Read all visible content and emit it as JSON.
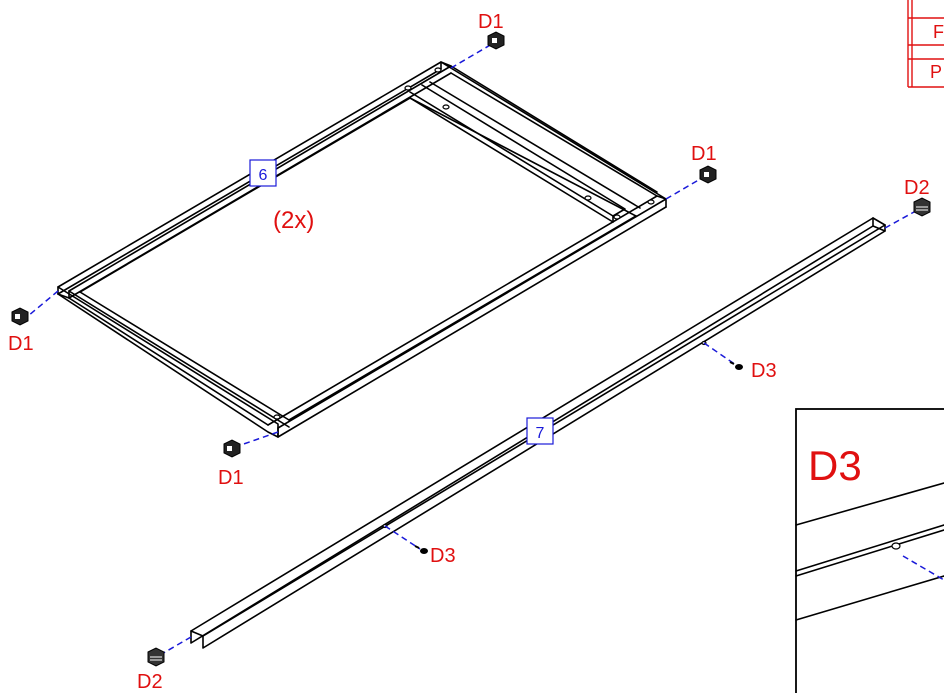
{
  "parts": {
    "frame_number": "6",
    "frame_qty": "(2x)",
    "rail_number": "7"
  },
  "hardware": {
    "d1": "D1",
    "d2": "D2",
    "d3": "D3"
  },
  "detail": {
    "title": "D3"
  },
  "table": {
    "rows": [
      "",
      "F",
      "P"
    ]
  },
  "colors": {
    "label_red": "#e01010",
    "callout_blue": "#1a1ad9",
    "line": "#000000"
  }
}
